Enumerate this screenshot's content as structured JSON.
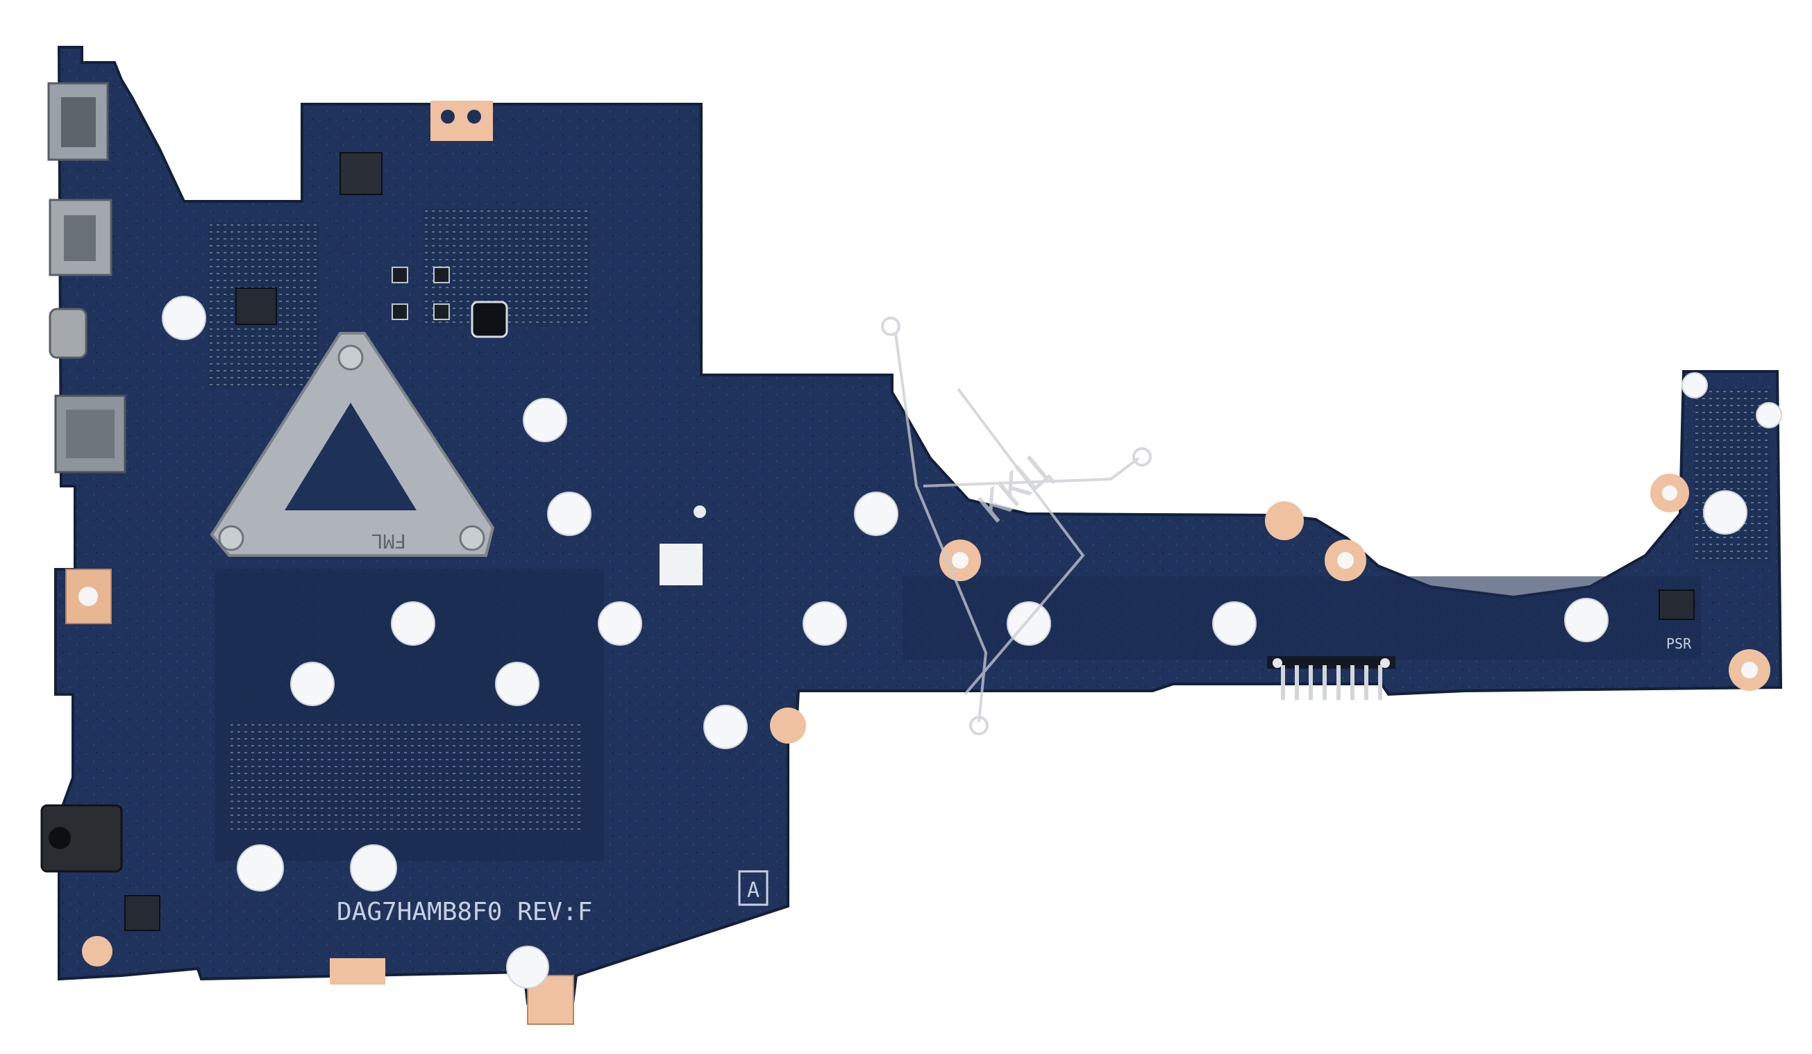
{
  "photo": {
    "subject": "laptop motherboard, bottom side",
    "background_color": "#ffffff",
    "pcb_color": "#1e3159",
    "pcb_dark": "#182849",
    "pad_color": "#f1c7a8",
    "hole_color": "#f4f6f8",
    "bracket_color": "#aeb4ba"
  },
  "board": {
    "model_text": "DAG7HAMB8F0 REV:F",
    "bracket_text": "FML",
    "marker_text": "A",
    "chip_text": "PSR"
  },
  "watermark": {
    "text": "ККЦ",
    "color": "#c9ccd2"
  }
}
